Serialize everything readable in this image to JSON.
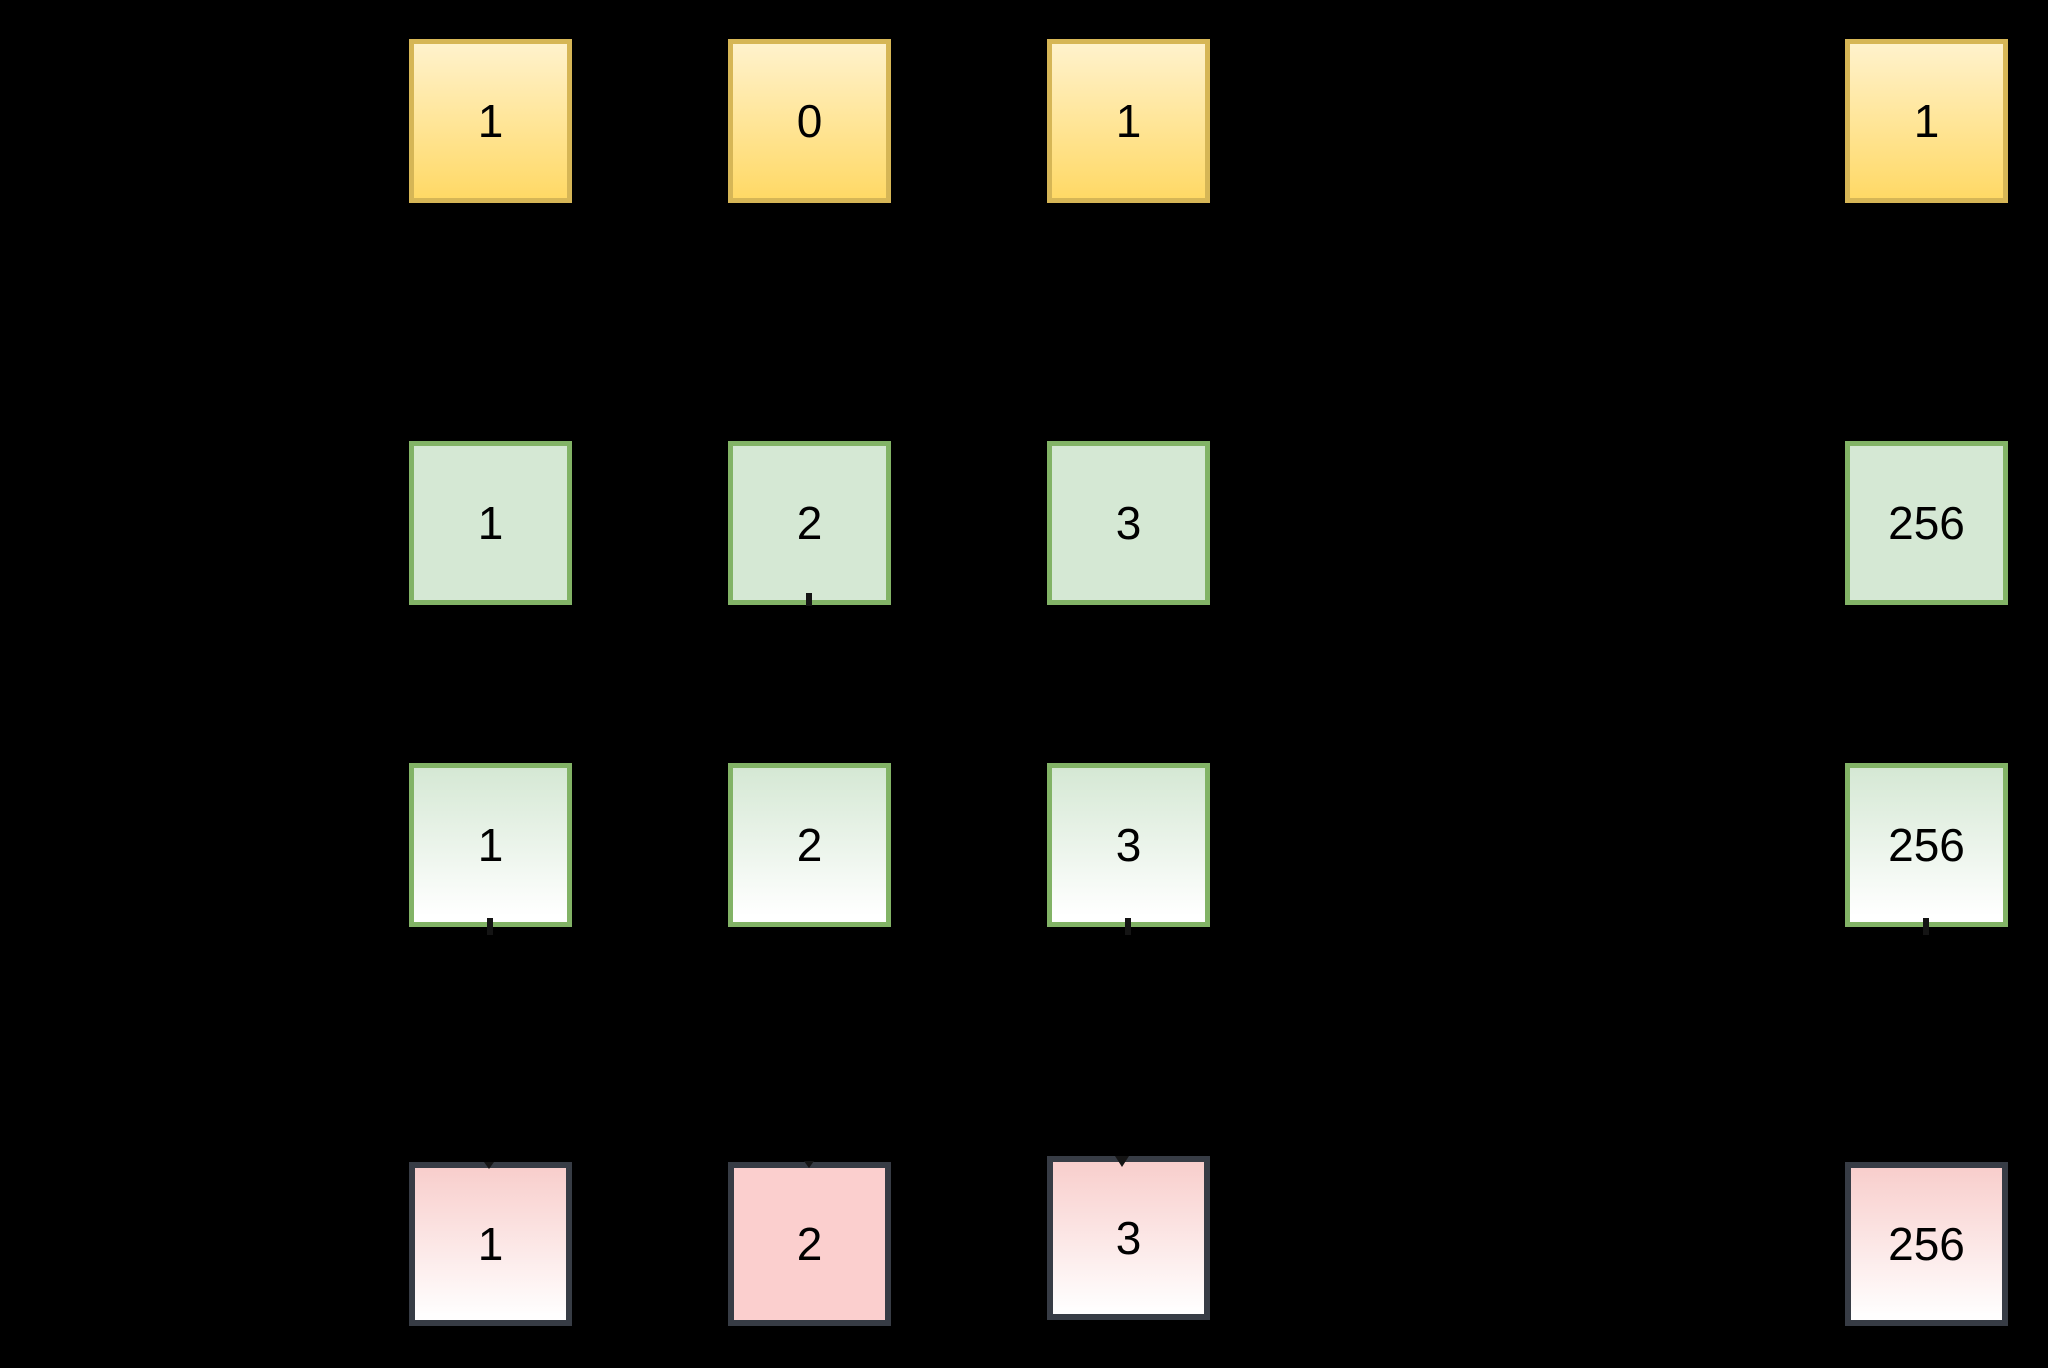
{
  "diagram": {
    "description": "four rows of numbered squares on black background",
    "rows": [
      {
        "name": "row-1-yellow-gradient",
        "cells": [
          {
            "value": "1"
          },
          {
            "value": "0"
          },
          {
            "value": "1"
          },
          {
            "value": "1"
          }
        ]
      },
      {
        "name": "row-2-green-flat",
        "cells": [
          {
            "value": "1"
          },
          {
            "value": "2"
          },
          {
            "value": "3"
          },
          {
            "value": "256"
          }
        ]
      },
      {
        "name": "row-3-green-gradient",
        "cells": [
          {
            "value": "1"
          },
          {
            "value": "2"
          },
          {
            "value": "3"
          },
          {
            "value": "256"
          }
        ]
      },
      {
        "name": "row-4-pink",
        "cells": [
          {
            "value": "1"
          },
          {
            "value": "2"
          },
          {
            "value": "3"
          },
          {
            "value": "256"
          }
        ]
      }
    ],
    "colors": {
      "background": "#000000",
      "yellow_fill_top": "#fff2cc",
      "yellow_fill_bottom": "#ffd966",
      "yellow_border": "#d6b656",
      "green_fill": "#d5e8d4",
      "green_border": "#82b366",
      "pink_fill": "#f8cecc",
      "pink_border": "#373c45",
      "text": "#000000"
    }
  }
}
